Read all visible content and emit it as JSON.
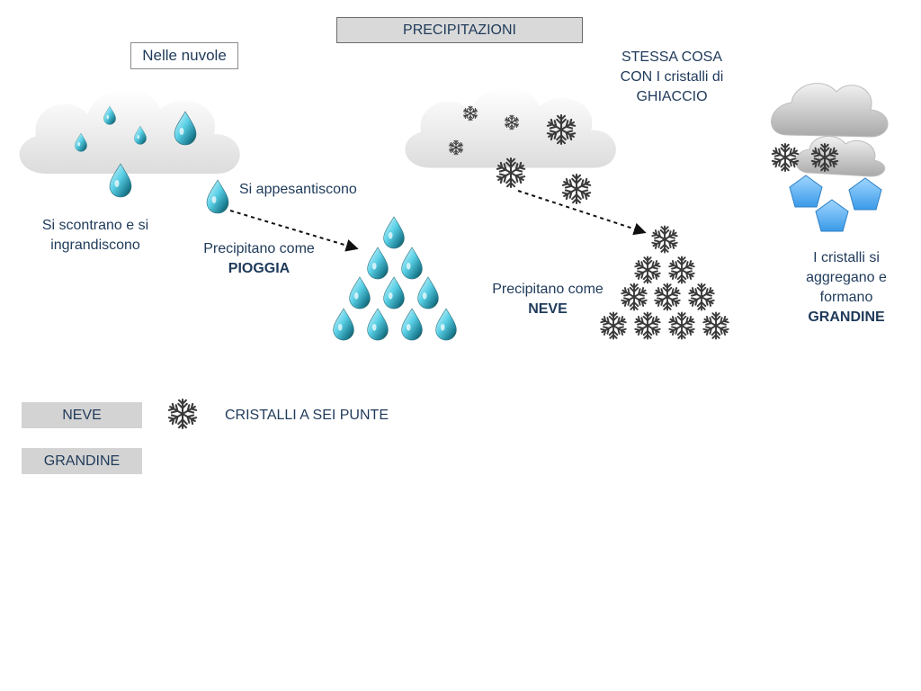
{
  "title": "PRECIPITAZIONI",
  "clouds_label": "Nelle nuvole",
  "ice_note": [
    "STESSA COSA",
    "CON I cristalli di",
    "GHIACCIO"
  ],
  "rain": {
    "collide": [
      "Si scontrano e si",
      "ingrandiscono"
    ],
    "heavier": "Si appesantiscono",
    "falls_as": "Precipitano come",
    "result": "PIOGGIA"
  },
  "snow": {
    "falls_as": "Precipitano come",
    "result": "NEVE"
  },
  "hail": {
    "desc": [
      "I cristalli si",
      "aggregano e",
      "formano"
    ],
    "result": "GRANDINE"
  },
  "legend": {
    "snow_label": "NEVE",
    "snow_desc": "CRISTALLI A SEI PUNTE",
    "hail_label": "GRANDINE"
  },
  "icons": [
    "cloud-icon",
    "water-drop-icon",
    "snowflake-icon",
    "hail-cloud-icon",
    "hailstone-icon",
    "arrow-icon"
  ]
}
